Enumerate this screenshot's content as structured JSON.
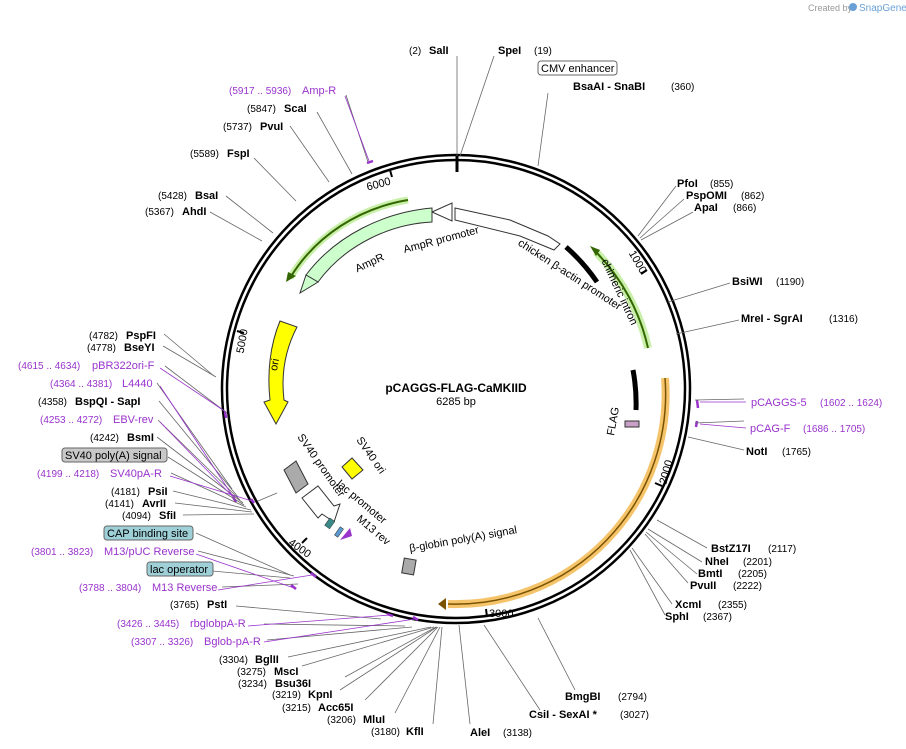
{
  "credit": {
    "prefix": "Created by",
    "brand": "SnapGene"
  },
  "plasmid": {
    "name": "pCAGGS-FLAG-CaMKIID",
    "length_label": "6285 bp"
  },
  "ticks": [
    "1000",
    "2000",
    "3000",
    "4000",
    "5000",
    "6000"
  ],
  "sites": [
    {
      "pos": "(2)",
      "name": "SalI"
    },
    {
      "pos": "(19)",
      "name": "SpeI"
    },
    {
      "pos": "(360)",
      "name": "BsaAI  - SnaBI"
    },
    {
      "pos": "(855)",
      "name": "PfoI"
    },
    {
      "pos": "(862)",
      "name": "PspOMI"
    },
    {
      "pos": "(866)",
      "name": "ApaI"
    },
    {
      "pos": "(1190)",
      "name": "BsiWI"
    },
    {
      "pos": "(1316)",
      "name": "MreI  - SgrAI"
    },
    {
      "pos": "(1765)",
      "name": "NotI"
    },
    {
      "pos": "(2117)",
      "name": "BstZ17I"
    },
    {
      "pos": "(2201)",
      "name": "NheI"
    },
    {
      "pos": "(2205)",
      "name": "BmtI"
    },
    {
      "pos": "(2222)",
      "name": "PvuII"
    },
    {
      "pos": "(2355)",
      "name": "XcmI"
    },
    {
      "pos": "(2367)",
      "name": "SphI"
    },
    {
      "pos": "(2794)",
      "name": "BmgBI"
    },
    {
      "pos": "(3027)",
      "name": "CsiI  - SexAI *"
    },
    {
      "pos": "(3138)",
      "name": "AleI"
    },
    {
      "pos": "(3180)",
      "name": "KflI"
    },
    {
      "pos": "(3206)",
      "name": "MluI"
    },
    {
      "pos": "(3215)",
      "name": "Acc65I"
    },
    {
      "pos": "(3219)",
      "name": "KpnI"
    },
    {
      "pos": "(3234)",
      "name": "Bsu36I"
    },
    {
      "pos": "(3275)",
      "name": "MscI"
    },
    {
      "pos": "(3304)",
      "name": "BglII"
    },
    {
      "pos": "(3765)",
      "name": "PstI"
    },
    {
      "pos": "(4094)",
      "name": "SfiI"
    },
    {
      "pos": "(4141)",
      "name": "AvrII"
    },
    {
      "pos": "(4181)",
      "name": "PsiI"
    },
    {
      "pos": "(4242)",
      "name": "BsmI"
    },
    {
      "pos": "(4358)",
      "name": "BspQI  - SapI"
    },
    {
      "pos": "(4778)",
      "name": "BseYI"
    },
    {
      "pos": "(4782)",
      "name": "PspFI"
    },
    {
      "pos": "(5367)",
      "name": "AhdI"
    },
    {
      "pos": "(5428)",
      "name": "BsaI"
    },
    {
      "pos": "(5589)",
      "name": "FspI"
    },
    {
      "pos": "(5737)",
      "name": "PvuI"
    },
    {
      "pos": "(5847)",
      "name": "ScaI"
    }
  ],
  "primers": [
    {
      "pos": "(5917 .. 5936)",
      "name": "Amp-R"
    },
    {
      "pos": "(1602 .. 1624)",
      "name": "pCAGGS-5"
    },
    {
      "pos": "(1686 .. 1705)",
      "name": "pCAG-F"
    },
    {
      "pos": "(4615 .. 4634)",
      "name": "pBR322ori-F"
    },
    {
      "pos": "(4364 .. 4381)",
      "name": "L4440"
    },
    {
      "pos": "(4253 .. 4272)",
      "name": "EBV-rev"
    },
    {
      "pos": "(4199 .. 4218)",
      "name": "SV40pA-R"
    },
    {
      "pos": "(3801 .. 3823)",
      "name": "M13/pUC Reverse"
    },
    {
      "pos": "(3788 .. 3804)",
      "name": "M13 Reverse"
    },
    {
      "pos": "(3426 .. 3445)",
      "name": "rbglobpA-R"
    },
    {
      "pos": "(3307 .. 3326)",
      "name": "Bglob-pA-R"
    }
  ],
  "boxed": [
    "CMV enhancer",
    "SV40 poly(A) signal",
    "CAP binding site",
    "lac operator"
  ],
  "features": {
    "ampr_promoter": "AmpR promoter",
    "ampr": "AmpR",
    "chicken_actin": "chicken β-actin promoter",
    "chimeric_intron": "chimeric intron",
    "ori": "ori",
    "flag": "FLAG",
    "sv40_ori": "SV40 ori",
    "sv40_promoter": "SV40 promoter",
    "lac_promoter": "lac promoter",
    "m13_rev": "M13 rev",
    "beta_globin": "β-globin poly(A) signal"
  },
  "colors": {
    "ampr_fill": "#ccffcc",
    "ampr_line": "#336600",
    "ori_fill": "#ffff00",
    "orf_highlight": "#f5c46a",
    "intron_highlight": "#c8f0a8",
    "primer": "#9933cc",
    "cap_box": "#9fd0d8",
    "sv40pa_box": "#c8c8c8"
  }
}
